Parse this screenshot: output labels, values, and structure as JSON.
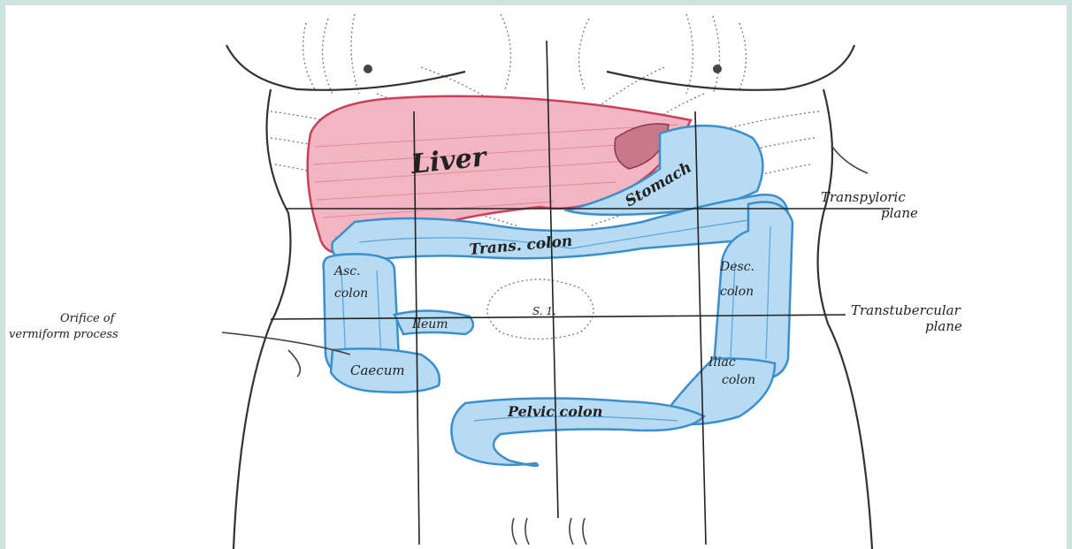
{
  "labels": {
    "liver": "Liver",
    "stomach": "Stomach",
    "transpyloric": [
      "Transpyloric",
      "plane"
    ],
    "transtubercular": [
      "Transtubercular",
      "plane"
    ],
    "trans_colon": "Trans. colon",
    "asc_colon": [
      "Asc.",
      "colon"
    ],
    "desc_colon": [
      "Desc.",
      "colon"
    ],
    "ileum": "Ileum",
    "caecum": "Caecum",
    "iliac_colon": [
      "Iliac",
      "colon"
    ],
    "pelvic_colon": "Pelvic colon",
    "orifice": [
      "Orifice of",
      "vermiform process"
    ],
    "sacral": "S. 1."
  },
  "colors": {
    "liver_fill": "#f2b6c2",
    "liver_stroke": "#c8405a",
    "colon_fill": "#b6dbf2",
    "colon_stroke": "#3d8fcb",
    "frame_bg": "#cde3df"
  }
}
